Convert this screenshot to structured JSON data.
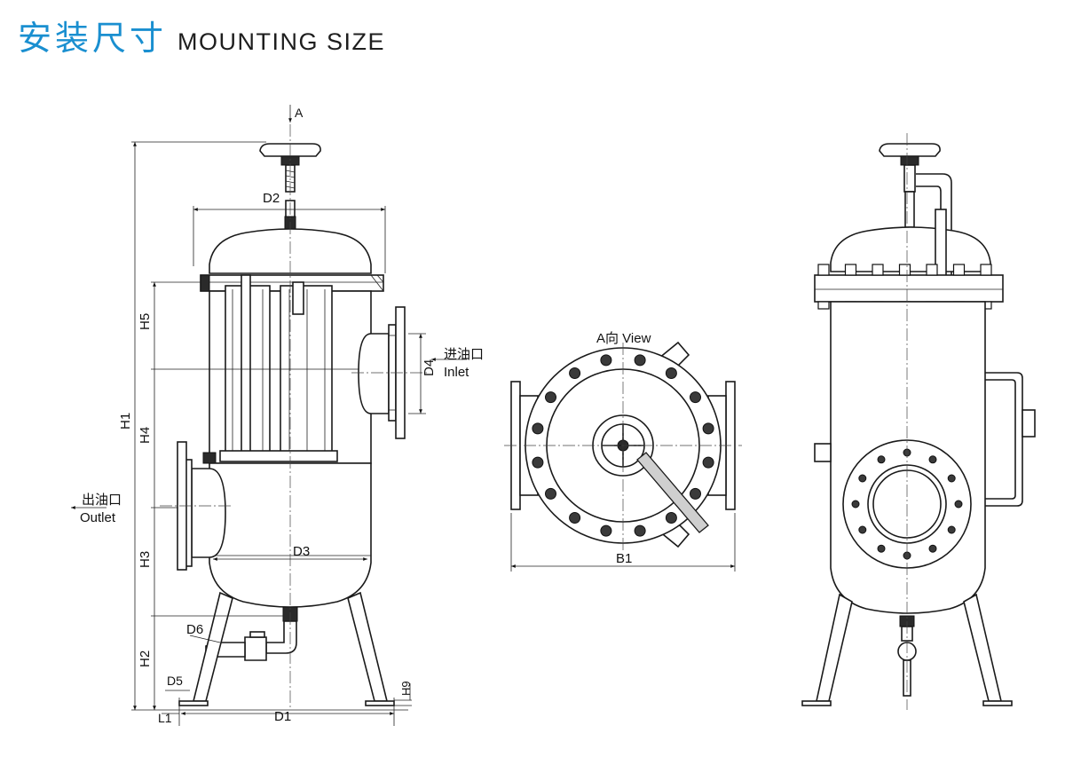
{
  "title": {
    "cn": "安装尺寸",
    "en": "MOUNTING SIZE"
  },
  "labels": {
    "a_arrow": "A",
    "d2": "D2",
    "d3": "D3",
    "d4": "D4",
    "d5": "D5",
    "d6": "D6",
    "d1": "D1",
    "l1": "L1",
    "h1": "H1",
    "h2": "H2",
    "h3": "H3",
    "h4": "H4",
    "h5": "H5",
    "h9": "H9",
    "b1": "B1",
    "inlet_cn": "进油口",
    "inlet_en": "Inlet",
    "outlet_cn": "出油口",
    "outlet_en": "Outlet",
    "view": "A向 View"
  }
}
